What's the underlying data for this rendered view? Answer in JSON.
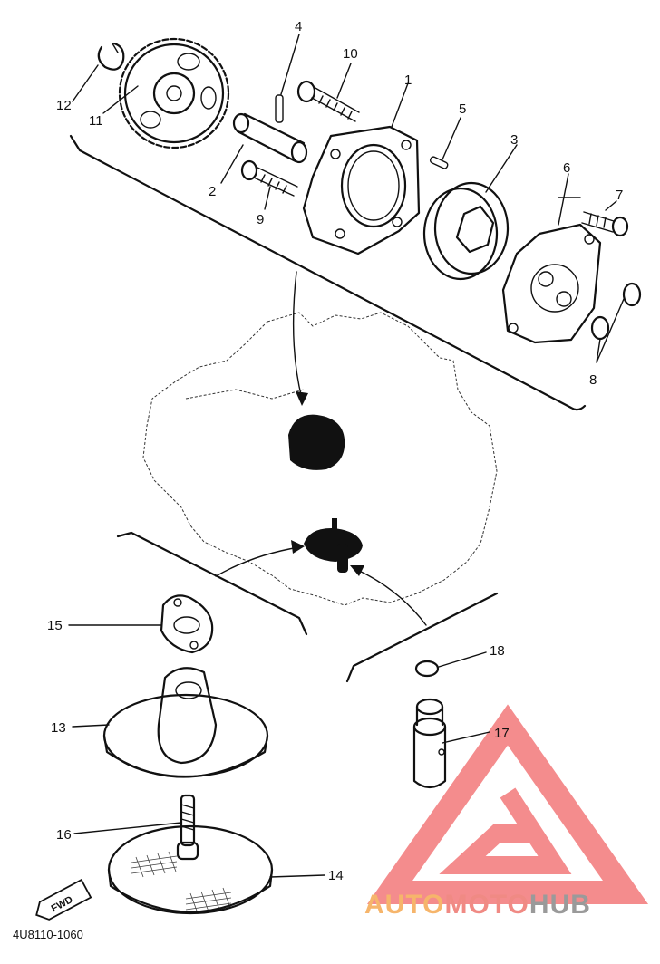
{
  "diagram": {
    "parts": [
      {
        "num": "1"
      },
      {
        "num": "2"
      },
      {
        "num": "3"
      },
      {
        "num": "4"
      },
      {
        "num": "5"
      },
      {
        "num": "6"
      },
      {
        "num": "7"
      },
      {
        "num": "8"
      },
      {
        "num": "9"
      },
      {
        "num": "10"
      },
      {
        "num": "11"
      },
      {
        "num": "12"
      },
      {
        "num": "13"
      },
      {
        "num": "14"
      },
      {
        "num": "15"
      },
      {
        "num": "16"
      },
      {
        "num": "17"
      },
      {
        "num": "18"
      }
    ],
    "fwd_label": "FWD",
    "code": "4U8110-1060"
  },
  "watermark": {
    "auto": "AUTO",
    "moto": "MOTO",
    "hub": "HUB",
    "colors": {
      "auto": "#f6b56b",
      "moto": "#f08a84",
      "hub": "#9a9a9a",
      "logo": "#f3787a"
    }
  }
}
